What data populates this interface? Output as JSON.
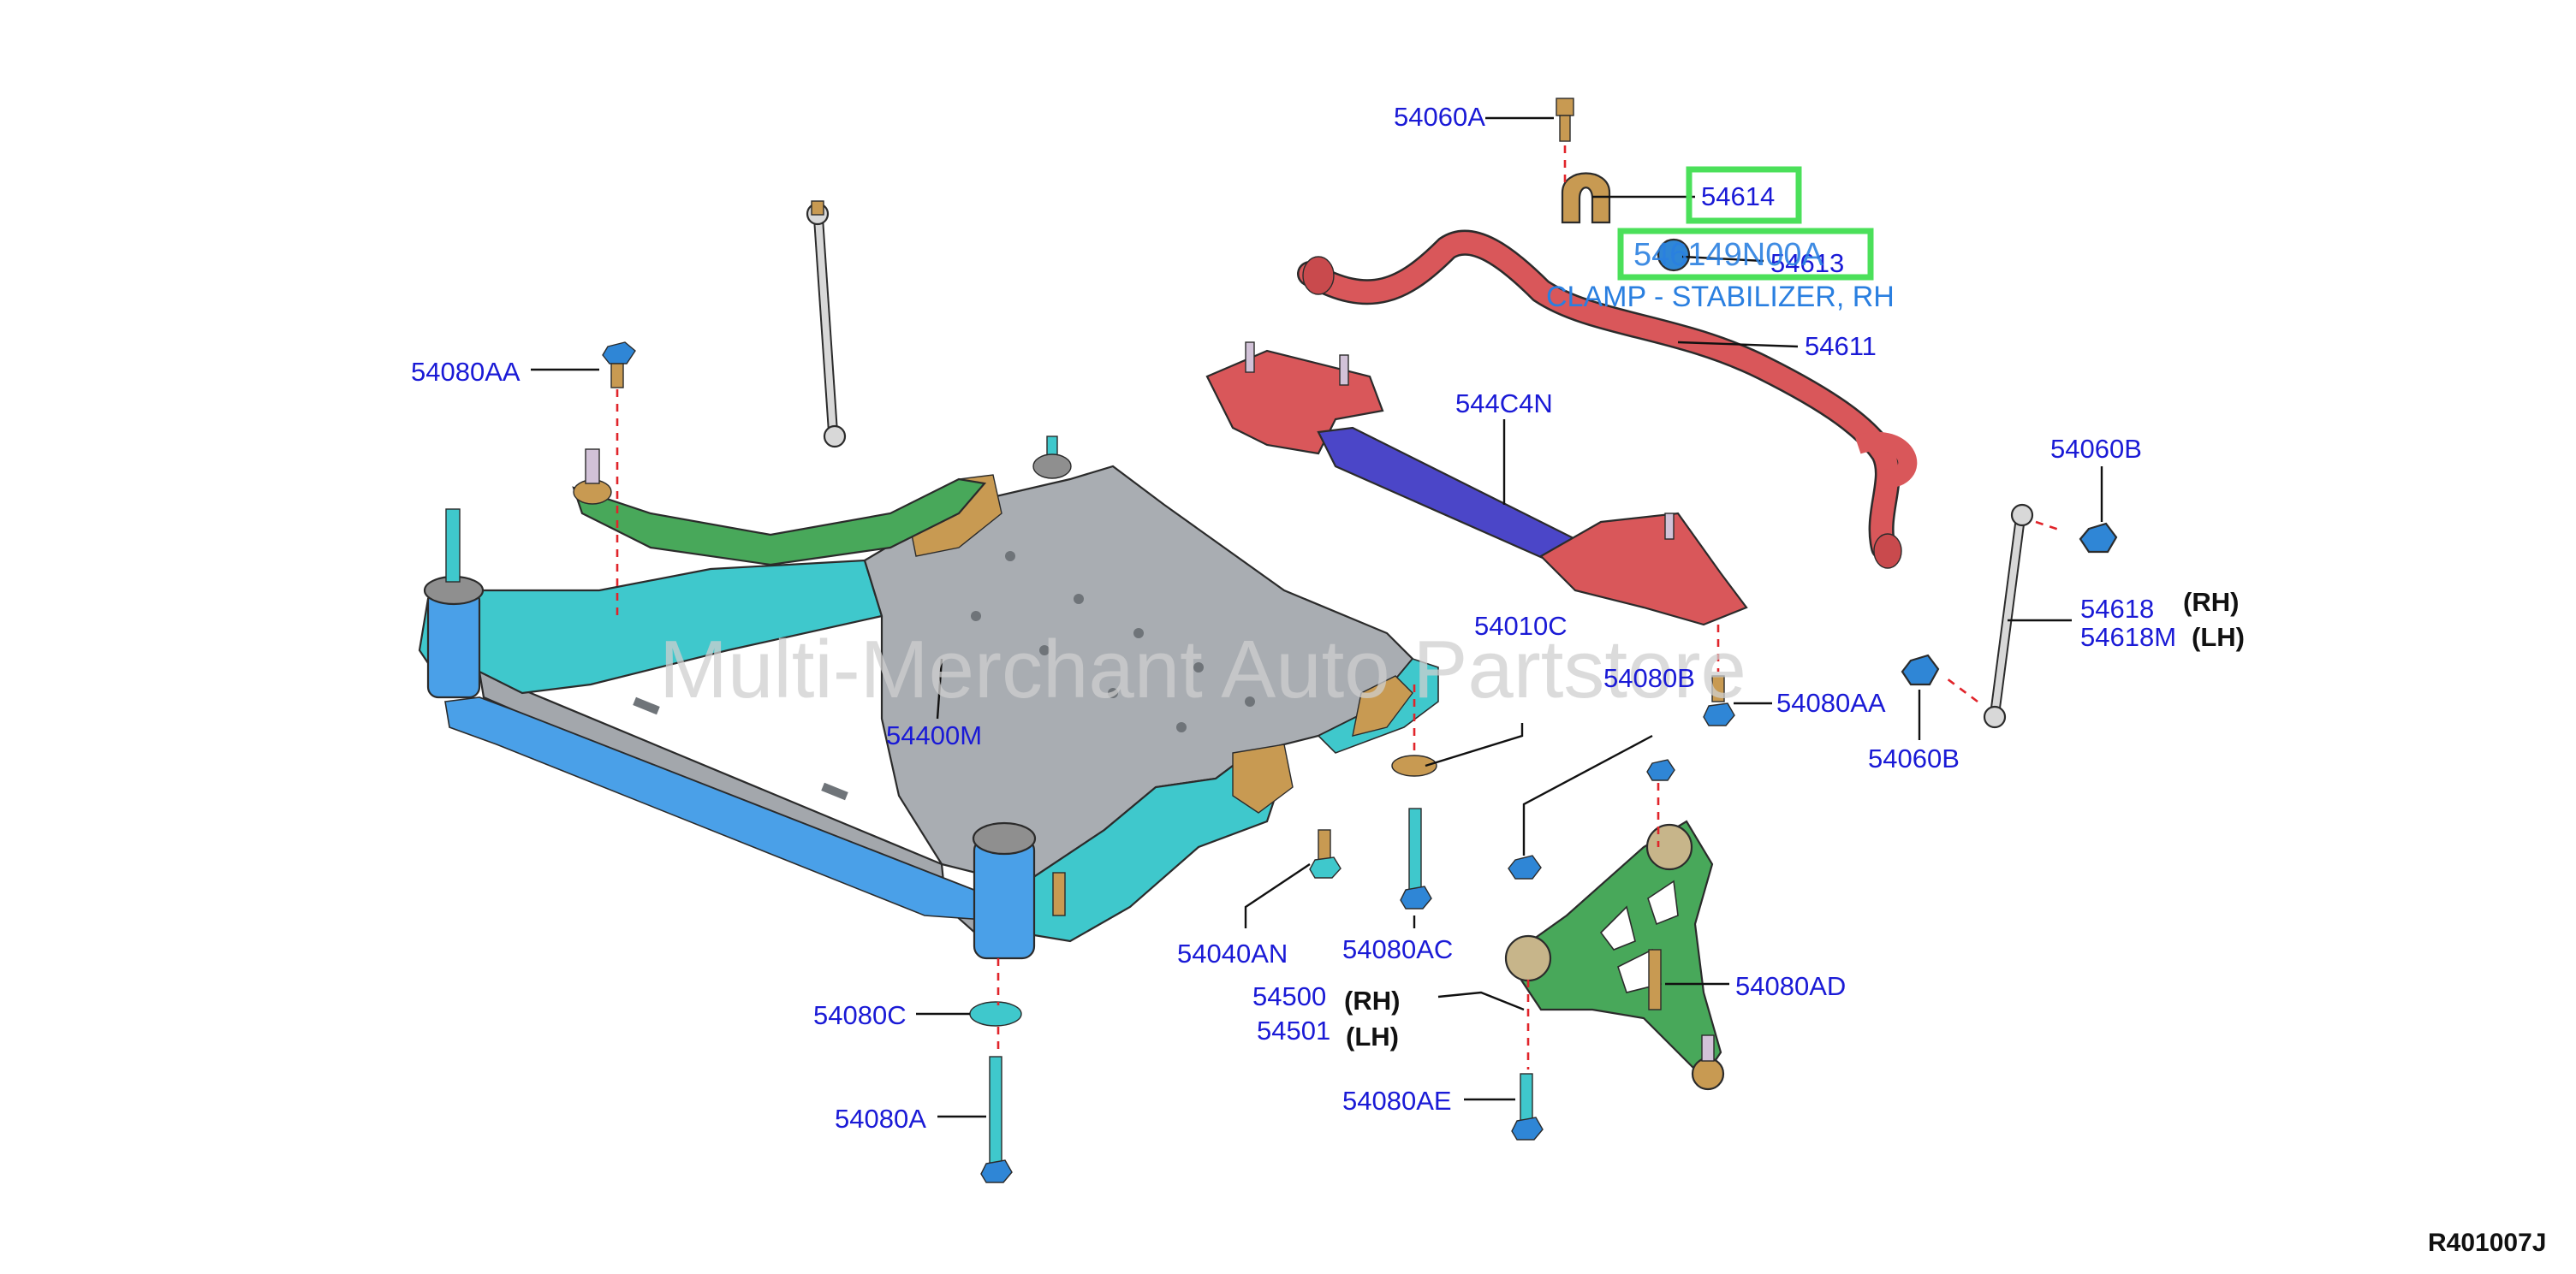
{
  "diagram": {
    "drawing_number": "R401007J",
    "watermark": "Multi-Merchant Auto Partstore",
    "highlight_text": "546149N00A",
    "highlight_description": "CLAMP - STABILIZER, RH",
    "labels": {
      "l54060A": "54060A",
      "l54614": "54614",
      "l54613": "54613",
      "l54611": "54611",
      "l544C4N": "544C4N",
      "l54060B_top": "54060B",
      "l54618": "54618",
      "l54618_rh": "(RH)",
      "l54618M": "54618M",
      "l54618M_lh": "(LH)",
      "l54060B_bottom": "54060B",
      "l54080AA_right": "54080AA",
      "l54080AA_left": "54080AA",
      "l54010C": "54010C",
      "l54080B": "54080B",
      "l54400M": "54400M",
      "l54040AN": "54040AN",
      "l54080AC": "54080AC",
      "l54080AD": "54080AD",
      "l54500": "54500",
      "l54500_rh": "(RH)",
      "l54501": "54501",
      "l54501_lh": "(LH)",
      "l54080AE": "54080AE",
      "l54080C": "54080C",
      "l54080A": "54080A"
    },
    "colors": {
      "label_blue": "#1a1ad6",
      "description_blue": "#2a7fe0",
      "highlight_green": "#4be05a",
      "guide_red": "#e0242a",
      "crossmember_grey": "#a9adb2",
      "crossmember_cyan": "#3fc8cc",
      "subframe_blue": "#4aa0e8",
      "plate_red": "#d9575a",
      "brace_blue": "#4b46c8",
      "arm_green": "#48a85a",
      "bracket_tan": "#c89a52",
      "stabilizer_red": "#d9575a"
    }
  }
}
